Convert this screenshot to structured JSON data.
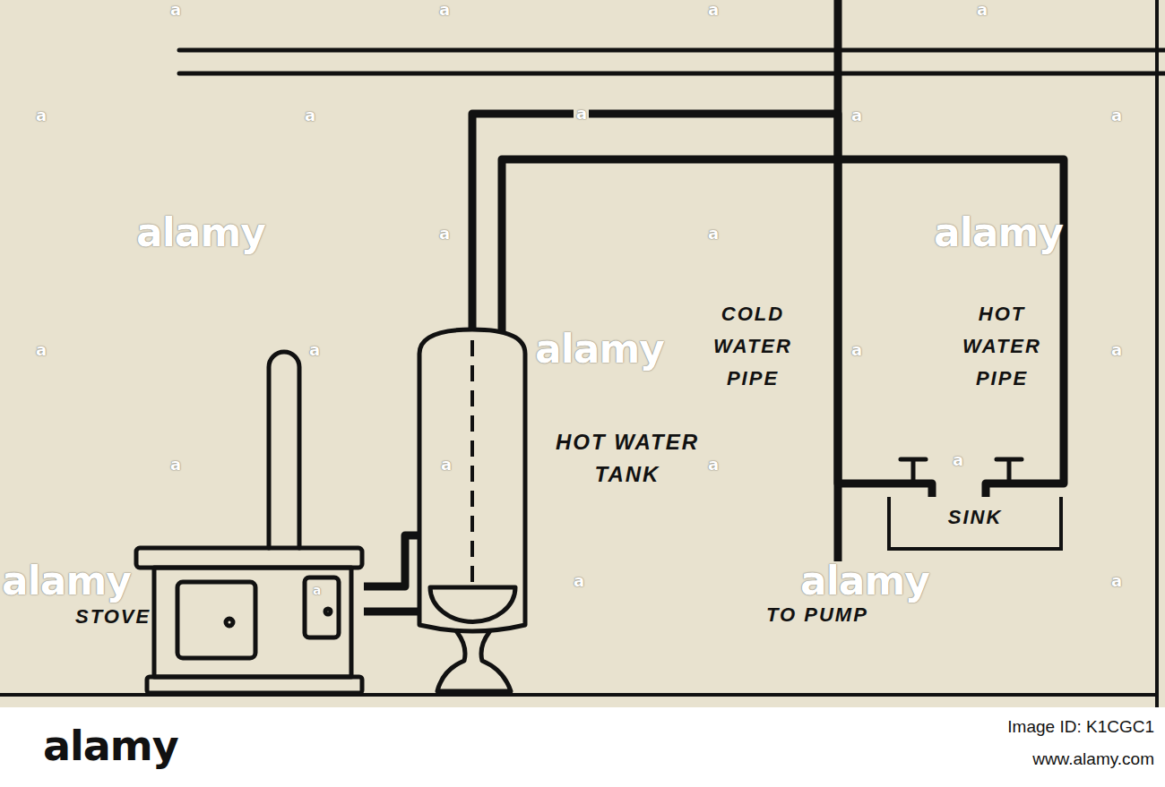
{
  "diagram": {
    "nodes": [
      {
        "text": [
          "STOVE"
        ]
      },
      {
        "text": [
          "HOT WATER TANK"
        ]
      },
      {
        "text": [
          "SINK"
        ]
      }
    ],
    "edges": [
      {
        "from": 0,
        "to": 1,
        "arrow": "none"
      },
      {
        "from": 0,
        "to": 1,
        "arrow": "none"
      },
      {
        "from": 1,
        "to": 2,
        "arrow": "none"
      },
      {
        "from": 1,
        "to": 2,
        "arrow": "none"
      }
    ],
    "labels": [
      "COLD WATER PIPE",
      "HOT WATER PIPE",
      "TO PUMP",
      "alamy",
      "alamy",
      "alamy",
      "alamy",
      "alamy",
      "a",
      "a",
      "a",
      "a",
      "a",
      "a",
      "a",
      "a",
      "a",
      "a",
      "a",
      "a",
      "a",
      "a",
      "a",
      "a",
      "a",
      "a",
      "a",
      "a",
      "a",
      "a",
      "alamy",
      "Image ID: K1CGC1",
      "www.alamy.com"
    ]
  }
}
